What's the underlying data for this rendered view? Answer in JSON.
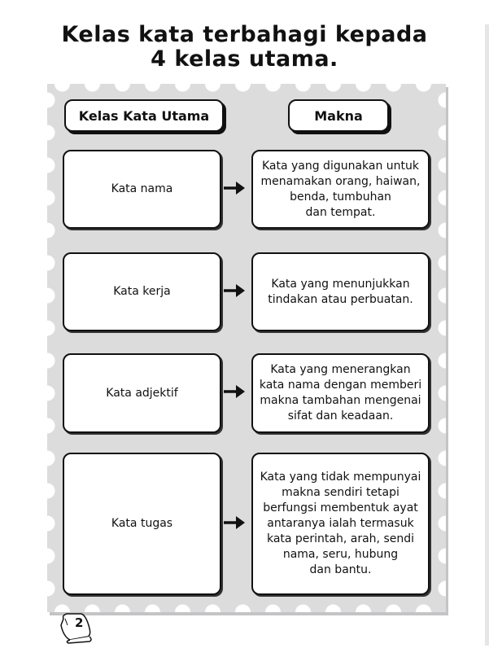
{
  "title_line1": "Kelas kata terbahagi kepada",
  "title_line2": "4 kelas utama.",
  "headers": {
    "left": "Kelas Kata Utama",
    "right": "Makna"
  },
  "rows": [
    {
      "term": "Kata nama",
      "meaning": [
        "Kata yang digunakan untuk",
        "menamakan orang, haiwan,",
        "benda, tumbuhan",
        "dan tempat."
      ]
    },
    {
      "term": "Kata kerja",
      "meaning": [
        "Kata yang menunjukkan",
        "tindakan atau perbuatan."
      ]
    },
    {
      "term": "Kata adjektif",
      "meaning": [
        "Kata yang menerangkan",
        "kata nama dengan memberi",
        "makna tambahan mengenai",
        "sifat dan keadaan."
      ]
    },
    {
      "term": "Kata tugas",
      "meaning": [
        "Kata yang tidak mempunyai",
        "makna sendiri tetapi",
        "berfungsi membentuk ayat",
        "antaranya ialah termasuk",
        "kata perintah, arah, sendi",
        "nama, seru, hubung",
        "dan bantu."
      ]
    }
  ],
  "page_number": "2"
}
